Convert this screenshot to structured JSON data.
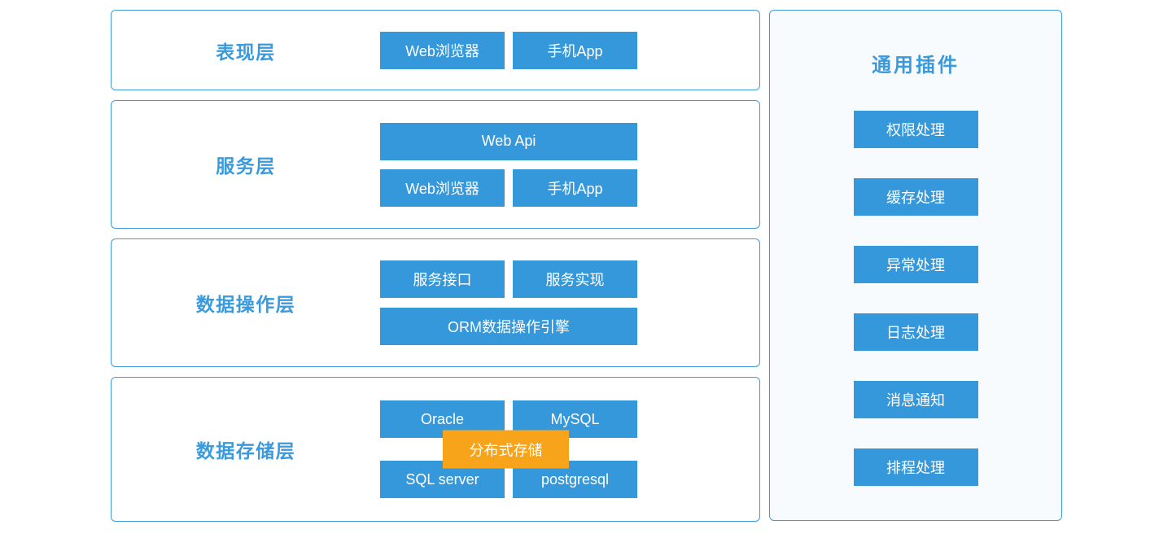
{
  "colors": {
    "block_blue": "#3598DB",
    "overlay_orange": "#F7A41B",
    "label_blue": "#3A9ADB",
    "panel_border": "#3D9BDB",
    "plugins_panel_bg": "#F7FBFE"
  },
  "layers": [
    {
      "name": "表现层",
      "buttons": [
        {
          "label": "Web浏览器"
        },
        {
          "label": "手机App"
        }
      ]
    },
    {
      "name": "服务层",
      "buttons": [
        {
          "label": "Web Api"
        },
        {
          "label": "Web浏览器"
        },
        {
          "label": "手机App"
        }
      ]
    },
    {
      "name": "数据操作层",
      "buttons": [
        {
          "label": "服务接口"
        },
        {
          "label": "服务实现"
        },
        {
          "label": "ORM数据操作引擎"
        }
      ]
    },
    {
      "name": "数据存储层",
      "buttons": [
        {
          "label": "Oracle"
        },
        {
          "label": "MySQL"
        },
        {
          "label": "SQL server"
        },
        {
          "label": "postgresql"
        }
      ],
      "overlay": "分布式存储"
    }
  ],
  "plugins": {
    "title": "通用插件",
    "items": [
      {
        "label": "权限处理"
      },
      {
        "label": "缓存处理"
      },
      {
        "label": "异常处理"
      },
      {
        "label": "日志处理"
      },
      {
        "label": "消息通知"
      },
      {
        "label": "排程处理"
      }
    ]
  }
}
